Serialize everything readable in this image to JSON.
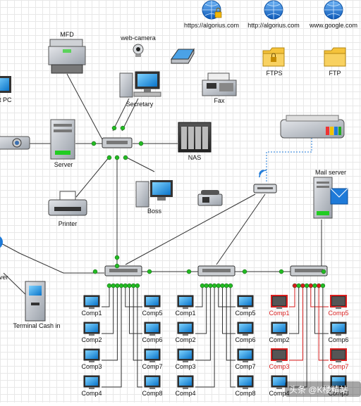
{
  "labels": {
    "url1": "https://algorius.com",
    "url2": "http://algorius.com",
    "url3": "www.google.com",
    "mfd": "MFD",
    "webcam": "web-camera",
    "secretary": "Secretary",
    "fax": "Fax",
    "ftps": "FTPS",
    "ftp": "FTP",
    "left_pc": "t PC",
    "server": "Server",
    "nas": "NAS",
    "printer": "Printer",
    "boss": "Boss",
    "mail_server": "Mail server",
    "left_edge": "ver",
    "terminal": "Terminal Cash in"
  },
  "groups": [
    {
      "comps": [
        "Comp1",
        "Comp2",
        "Comp3",
        "Comp4",
        "Comp5",
        "Comp6",
        "Comp7",
        "Comp8"
      ]
    },
    {
      "comps": [
        "Comp1",
        "Comp2",
        "Comp3",
        "Comp4",
        "Comp5",
        "Comp6",
        "Comp7",
        "Comp8"
      ]
    },
    {
      "comps": [
        "Comp1",
        "Comp2",
        "Comp3",
        "Comp4",
        "Comp5",
        "Comp6",
        "Comp7",
        "Comp8"
      ]
    }
  ],
  "watermark": "头条 @K楼精站",
  "colors": {
    "link": "#333333",
    "node_dot": "#22bb22",
    "alert_red": "#d81e1e",
    "wireless": "#1e7ad8",
    "globe": "#1a73d8",
    "lock": "#f2b705",
    "folder": "#f5c33b"
  }
}
